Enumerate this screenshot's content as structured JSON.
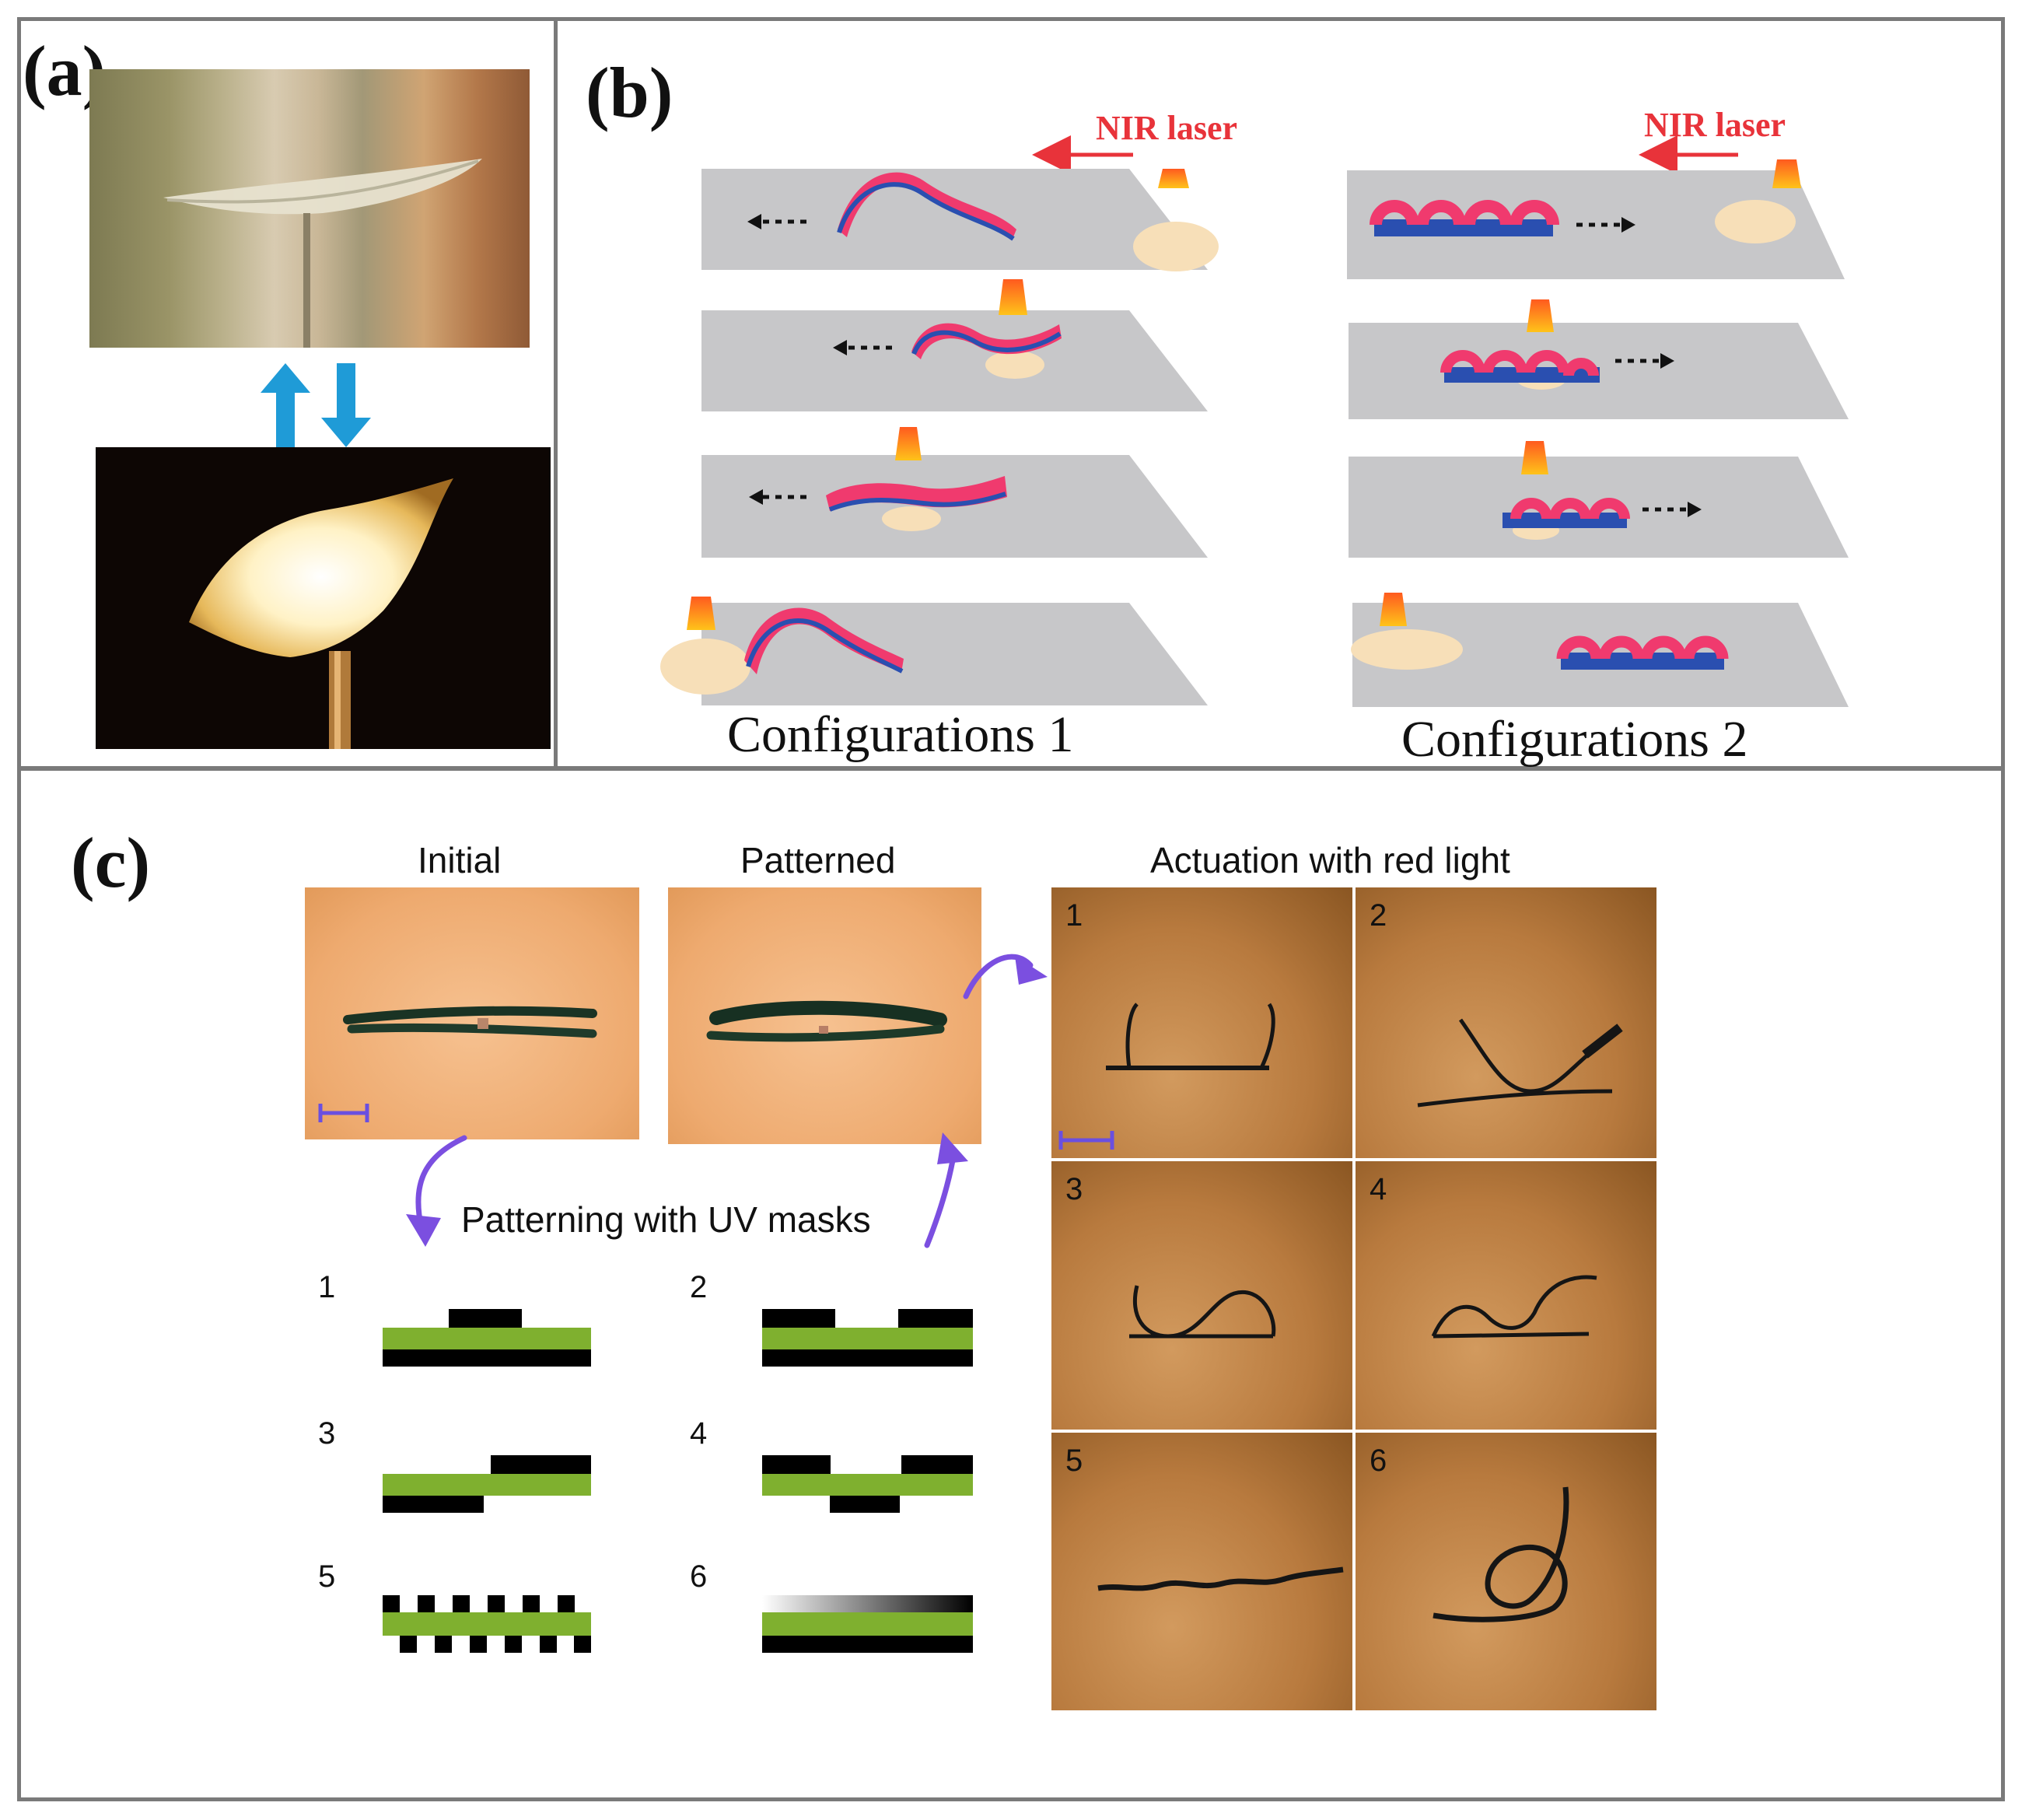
{
  "panels": {
    "a": {
      "label": "(a)"
    },
    "b": {
      "label": "(b)",
      "laser_label": "NIR laser",
      "config1": "Configurations 1",
      "config2": "Configurations 2"
    },
    "c": {
      "label": "(c)",
      "initial_title": "Initial",
      "patterned_title": "Patterned",
      "actuation_title": "Actuation with red light",
      "masks_title": "Patterning with UV masks",
      "mask_numbers": [
        "1",
        "2",
        "3",
        "4",
        "5",
        "6"
      ],
      "grid_numbers": [
        "1",
        "2",
        "3",
        "4",
        "5",
        "6"
      ]
    }
  },
  "colors": {
    "border": "#7a7a7a",
    "strip_pink": "#f03a6e",
    "strip_blue": "#2a4fb0",
    "laser_red": "#e8333a",
    "arrow_blue": "#1f9bd7",
    "arrow_purple": "#7b4fe0",
    "film_green": "#7fb02f"
  }
}
